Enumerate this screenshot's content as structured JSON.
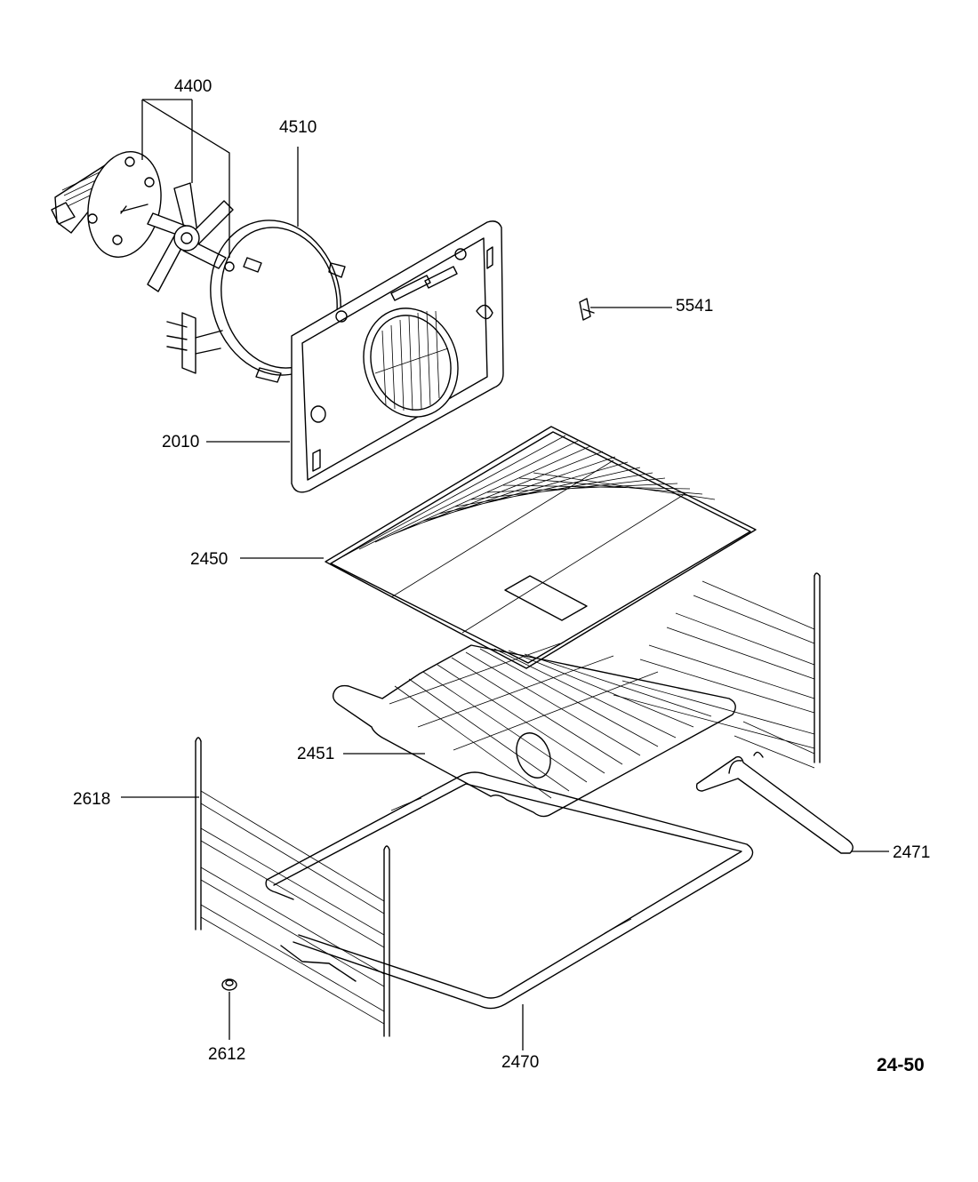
{
  "page_ref": "24-50",
  "parts": {
    "fan_motor": "4400",
    "heating_element": "4510",
    "clip": "5541",
    "rear_panel": "2010",
    "oven_rack": "2450",
    "grill_rack": "2451",
    "shelf_guide_left": "2618",
    "drip_pan_handle": "2471",
    "foot": "2612",
    "drip_pan": "2470"
  },
  "colors": {
    "line": "#000000",
    "background": "#ffffff"
  }
}
